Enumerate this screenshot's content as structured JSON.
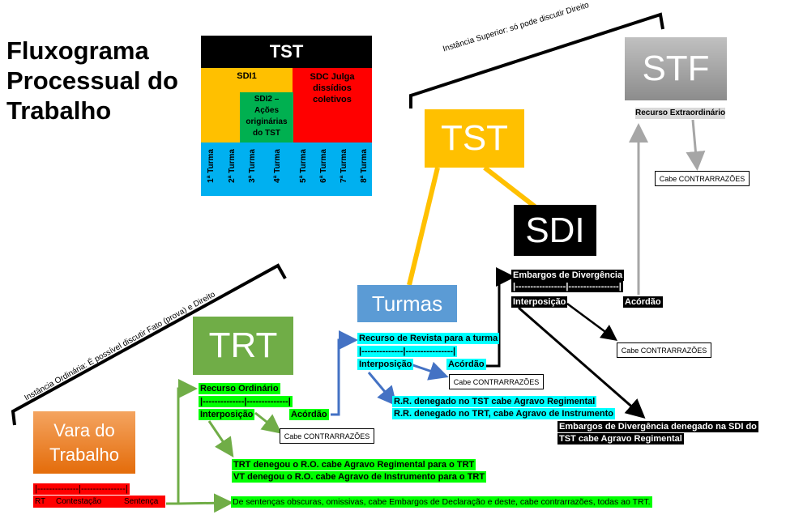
{
  "title": {
    "line1": "Fluxograma",
    "line2": "Processual do",
    "line3": "Trabalho"
  },
  "tst_table": {
    "header": "TST",
    "sdi1": "SDI1",
    "sdi2": "SDI2 – Ações originárias do TST",
    "sdc": "SDC Julga dissídios coletivos",
    "turmas": [
      "1ª Turma",
      "2ª Turma",
      "3ª Turma",
      "4ª Turma",
      "5ª Turma",
      "6ª Turma",
      "7ª Turma",
      "8ª Turma"
    ]
  },
  "instances": {
    "superior": "Instância Superior: só pode discutir Direito",
    "ordinaria": "Instância Ordinária: É possível discutir Fato (prova) e Direito"
  },
  "nodes": {
    "stf": "STF",
    "tst": "TST",
    "sdi": "SDI",
    "turmas": "Turmas",
    "trt": "TRT",
    "vara": "Vara do Trabalho"
  },
  "stf_flow": {
    "recurso": "Recurso Extraordinário",
    "cabe": "Cabe CONTRARRAZÕES"
  },
  "sdi_flow": {
    "embargos": "Embargos de Divergência",
    "bar": "|-----------------|-----------------|",
    "interposicao": "Interposição",
    "acordao": "Acórdão",
    "cabe": "Cabe CONTRARRAZÕES",
    "denegado_1": "Embargos de Divergência denegado na SDI do",
    "denegado_2": "TST cabe Agravo Regimental"
  },
  "turmas_flow": {
    "recurso": "Recurso de Revista para a turma",
    "bar": "|--------------|----------------|",
    "interposicao": "Interposição",
    "acordao": "Acórdão",
    "cabe": "Cabe CONTRARRAZÕES",
    "rr_1": "R.R. denegado no TST cabe Agravo Regimental",
    "rr_2": "R.R. denegado no TRT, cabe Agravo de Instrumento"
  },
  "trt_flow": {
    "recurso": "Recurso Ordinário",
    "bar": "|--------------|--------------|",
    "interposicao": "Interposição",
    "acordao": "Acórdão",
    "cabe": "Cabe CONTRARRAZÕES",
    "denegou_1": "TRT denegou o R.O. cabe Agravo Regimental para o TRT",
    "denegou_2": "VT denegou o R.O. cabe Agravo de Instrumento para o TRT"
  },
  "vara_flow": {
    "bar": "|--------------|---------------|",
    "rt": "RT",
    "contestacao": "Contestação",
    "sentenca": "Sentença",
    "embargos": "De sentenças obscuras, omissivas, cabe Embargos de Declaração e deste, cabe contrarrazões, todas ao TRT."
  },
  "colors": {
    "tst_yellow": "#ffc000",
    "sdi_black": "#000000",
    "stf_gray": "#a6a6a6",
    "turmas_blue": "#5b9bd5",
    "trt_green": "#70ad47",
    "vara_orange": "#ed7d31",
    "cyan": "#00ffff",
    "green": "#00ff00",
    "red": "#ff0000"
  }
}
